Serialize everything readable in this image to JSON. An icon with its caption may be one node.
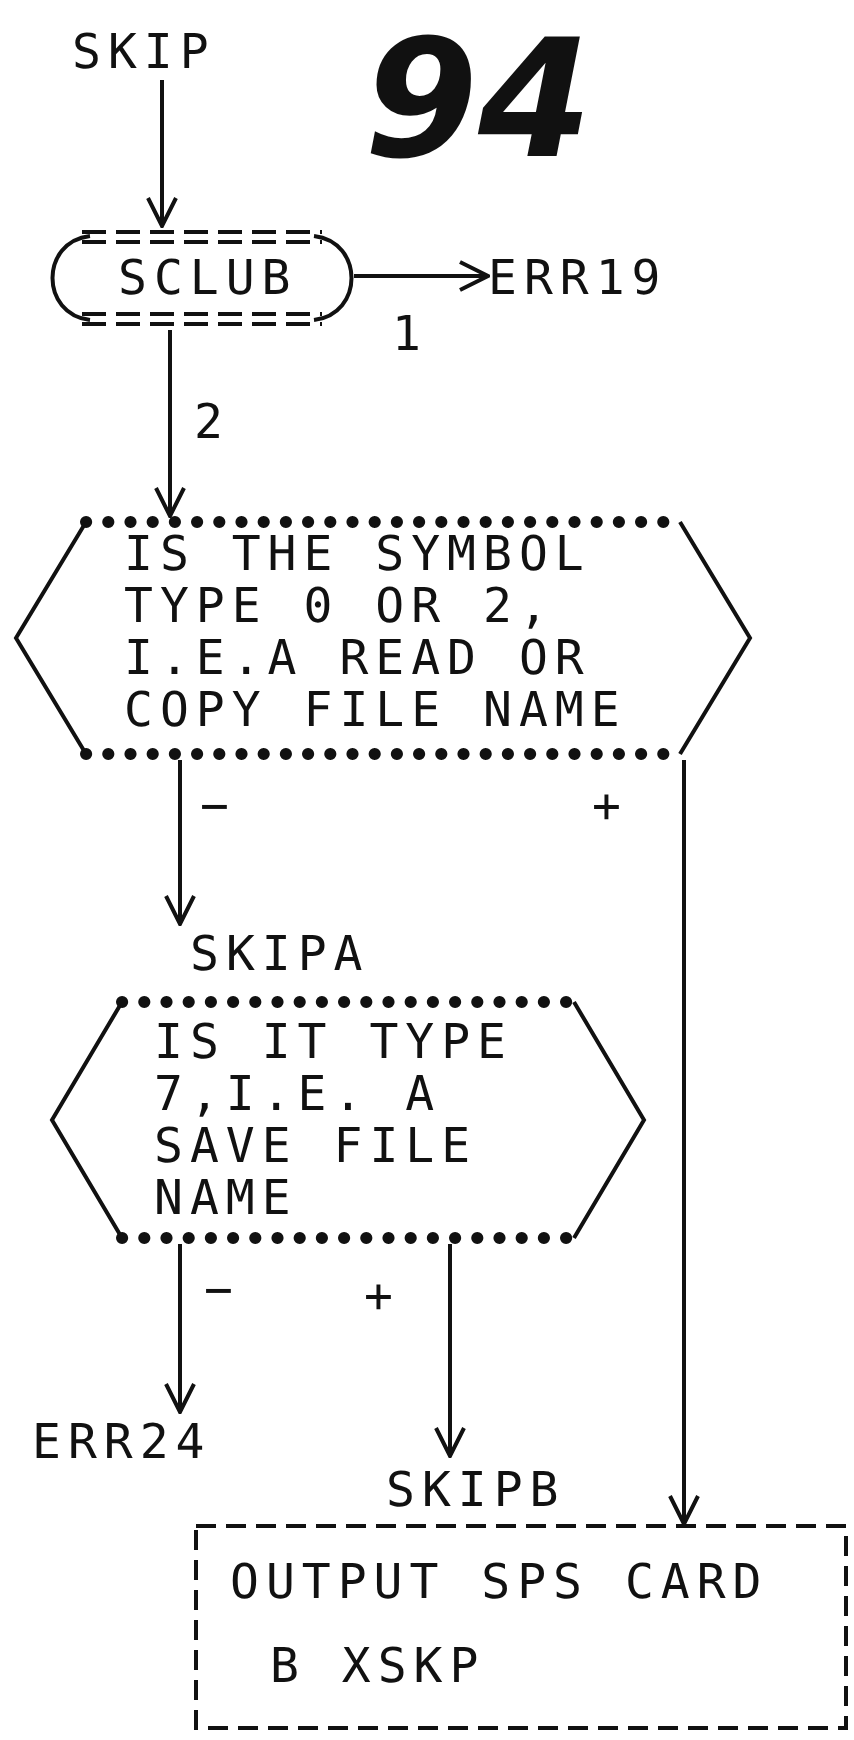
{
  "diagram": {
    "nodes": [
      {
        "text": [
          "SKIP"
        ]
      },
      {
        "text": [
          "SCLUB"
        ]
      },
      {
        "text": [
          "ERR19"
        ]
      },
      {
        "text": [
          "IS THE SYMBOL TYPE 0 OR 2, I.E.A READ OR COPY FILE NAME"
        ]
      },
      {
        "text": [
          "SKIPA",
          "IS IT TYPE 7,I.E. A SAVE FILE NAME"
        ]
      },
      {
        "text": [
          "SKIPB",
          "OUTPUT SPS CARD",
          "B XSKP"
        ]
      },
      {
        "text": [
          "ERR24"
        ]
      }
    ],
    "edges": [
      {
        "from": 0,
        "to": 1,
        "arrow": "to"
      },
      {
        "from": 1,
        "to": 2,
        "arrow": "to",
        "label": "1"
      },
      {
        "from": 1,
        "to": 3,
        "arrow": "to",
        "label": "2"
      },
      {
        "from": 3,
        "to": 4,
        "arrow": "to",
        "label": "−"
      },
      {
        "from": 3,
        "to": 5,
        "arrow": "to",
        "label": "+"
      },
      {
        "from": 4,
        "to": 6,
        "arrow": "to",
        "label": "−"
      },
      {
        "from": 4,
        "to": 5,
        "arrow": "to",
        "label": "+"
      }
    ],
    "labels": [
      "94"
    ]
  }
}
